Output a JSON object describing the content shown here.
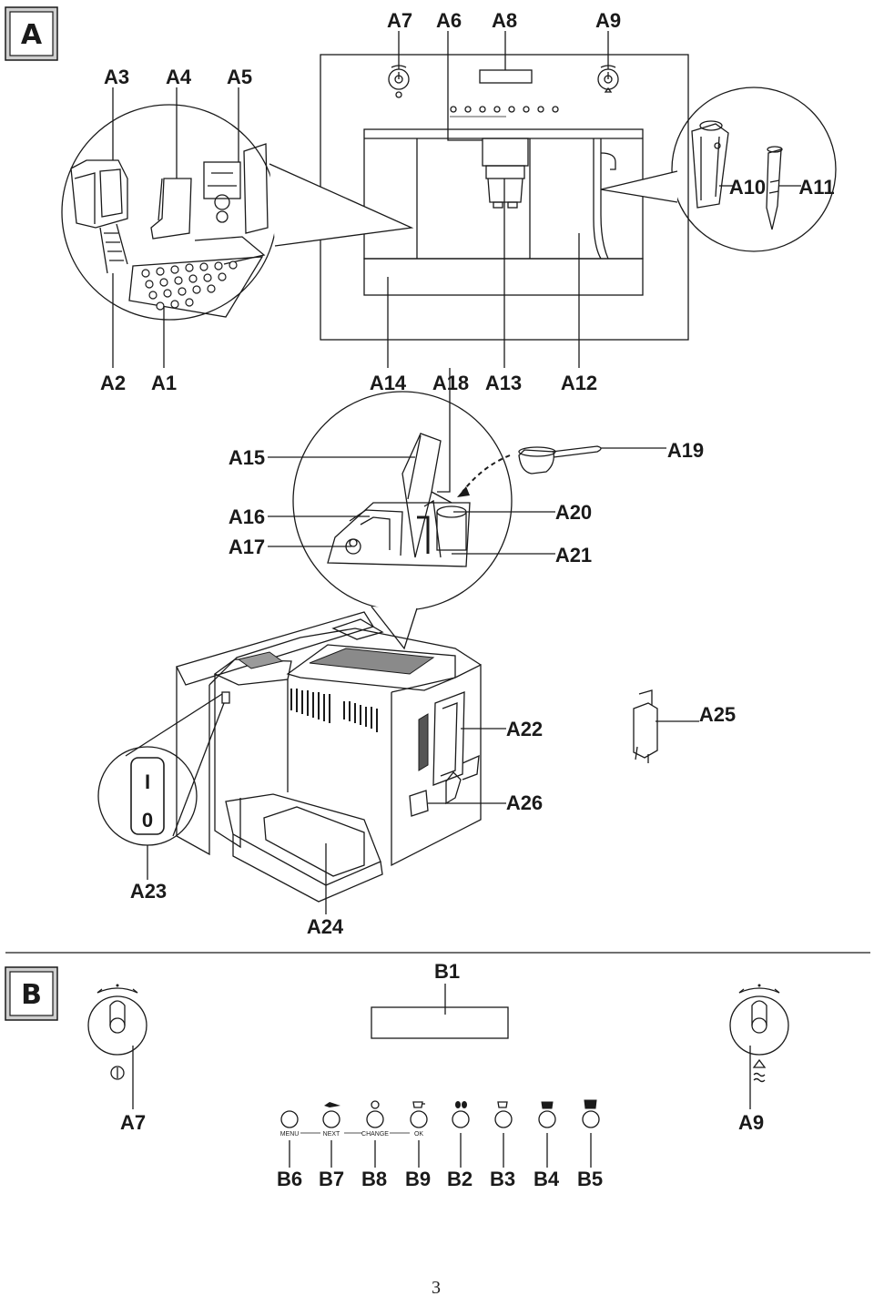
{
  "section_a": {
    "badge": "A"
  },
  "section_b": {
    "badge": "B"
  },
  "labels": {
    "a1": "A1",
    "a2": "A2",
    "a3": "A3",
    "a4": "A4",
    "a5": "A5",
    "a6": "A6",
    "a7": "A7",
    "a8": "A8",
    "a9": "A9",
    "a10": "A10",
    "a11": "A11",
    "a12": "A12",
    "a13": "A13",
    "a14": "A14",
    "a15": "A15",
    "a16": "A16",
    "a17": "A17",
    "a18": "A18",
    "a19": "A19",
    "a20": "A20",
    "a21": "A21",
    "a22": "A22",
    "a23": "A23",
    "a24": "A24",
    "a25": "A25",
    "a26": "A26"
  },
  "b_labels": {
    "b1": "B1",
    "a7": "A7",
    "a9": "A9",
    "b6": "B6",
    "b7": "B7",
    "b8": "B8",
    "b9": "B9",
    "b2": "B2",
    "b3": "B3",
    "b4": "B4",
    "b5": "B5"
  },
  "panel_captions": {
    "menu": "MENU",
    "next": "NEXT",
    "change": "CHANGE",
    "ok": "OK"
  },
  "switch": {
    "on": "I",
    "off": "0"
  },
  "page_number": "3",
  "icons": [
    "power-icon",
    "steam-icon",
    "spoon-icon",
    "grounds-icon",
    "cup-icon",
    "beans-icon",
    "small-cup-icon",
    "medium-cup-icon",
    "large-cup-icon"
  ]
}
